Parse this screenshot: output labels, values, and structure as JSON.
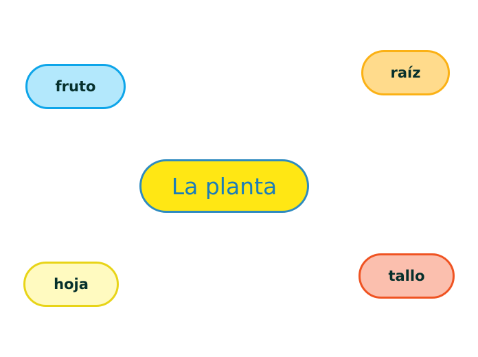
{
  "diagram": {
    "central": {
      "label": "La planta",
      "fill": "#ffe714",
      "border": "#2e8bc0",
      "text_color": "#1b7db8"
    },
    "children": [
      {
        "id": "fruto",
        "label": "fruto",
        "fill": "#b3e8fc",
        "border": "#0ea5e9",
        "text_color": "#06302c"
      },
      {
        "id": "raiz",
        "label": "raíz",
        "fill": "#ffdb8c",
        "border": "#fbb115",
        "text_color": "#06302c"
      },
      {
        "id": "hoja",
        "label": "hoja",
        "fill": "#fffac0",
        "border": "#e8d418",
        "text_color": "#06302c"
      },
      {
        "id": "tallo",
        "label": "tallo",
        "fill": "#fbbfae",
        "border": "#ef5322",
        "text_color": "#06302c"
      }
    ]
  }
}
